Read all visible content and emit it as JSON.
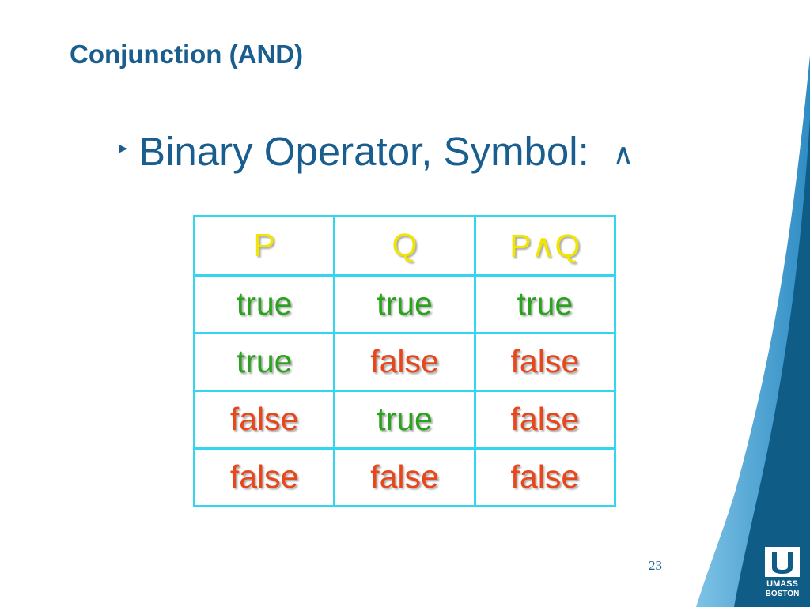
{
  "slide": {
    "title": "Conjunction (AND)",
    "bullet_marker": "▸",
    "bullet_text": "Binary Operator, Symbol:",
    "bullet_symbol": "∧",
    "page_number": "23"
  },
  "truth_table": {
    "headers": [
      "P",
      "Q",
      "P∧Q"
    ],
    "rows": [
      [
        "true",
        "true",
        "true"
      ],
      [
        "true",
        "false",
        "false"
      ],
      [
        "false",
        "true",
        "false"
      ],
      [
        "false",
        "false",
        "false"
      ]
    ]
  },
  "logo": {
    "line1": "UMASS",
    "line2": "BOSTON"
  },
  "colors": {
    "title": "#1a5e8f",
    "table_border": "#33d6f0",
    "header_text": "#f2e600",
    "true_text": "#2aa31c",
    "false_text": "#e8461b",
    "corner_dark": "#0f5c86",
    "corner_light": "#3f9fd0"
  }
}
